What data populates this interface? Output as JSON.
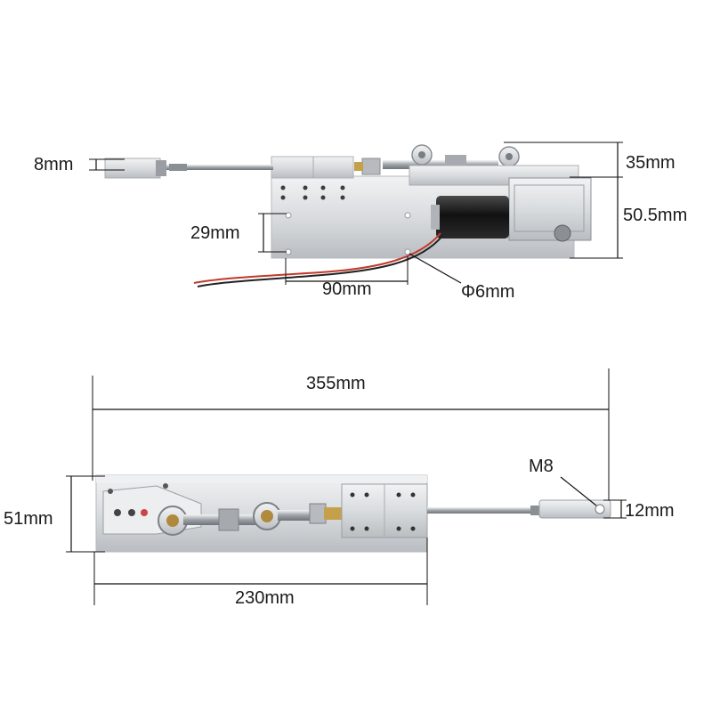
{
  "top_view": {
    "labels": {
      "rod_end_height": "8mm",
      "linkage_height": "35mm",
      "motor_height": "50.5mm",
      "hole_spacing_vertical": "29mm",
      "hole_spacing_horizontal": "90mm",
      "hole_diameter": "Φ6mm"
    }
  },
  "side_view": {
    "labels": {
      "total_length": "355mm",
      "body_height": "51mm",
      "body_length": "230mm",
      "thread": "M8",
      "rod_end_height": "12mm"
    }
  },
  "colors": {
    "aluminum": "#d9dcdf",
    "aluminum_dark": "#a9adb2",
    "motor_black": "#1c1c1c",
    "wire_red": "#c0392b",
    "wire_black": "#222222"
  }
}
